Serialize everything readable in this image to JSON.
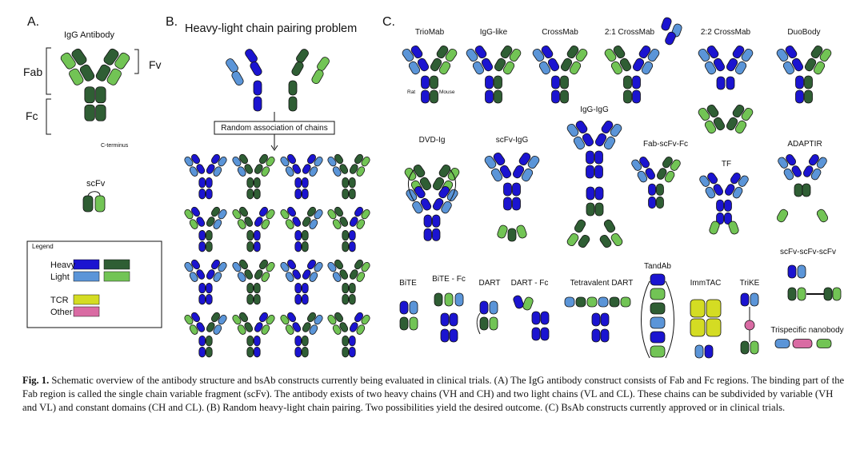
{
  "colors": {
    "heavy_a": "#1b14d0",
    "heavy_b": "#2f5e34",
    "light_a": "#5b95d8",
    "light_b": "#72c455",
    "tcr": "#d4dc23",
    "other": "#d96ba3",
    "outline": "#111111"
  },
  "panel_a": {
    "label": "A.",
    "title": "IgG Antibody",
    "fab": "Fab",
    "fc": "Fc",
    "fv": "Fv",
    "c_terminus": "C-terminus",
    "scfv": "scFv"
  },
  "legend": {
    "title": "Legend",
    "heavy": "Heavy",
    "light": "Light",
    "tcr": "TCR",
    "other": "Other"
  },
  "panel_b": {
    "label": "B.",
    "title": "Heavy-light chain pairing problem",
    "box": "Random association of chains"
  },
  "panel_c": {
    "label": "C.",
    "formats": {
      "triomab": "TrioMab",
      "igg_like": "IgG-like",
      "crossmab": "CrossMab",
      "crossmab21": "2:1 CrossMab",
      "crossmab22": "2:2 CrossMab",
      "duobody": "DuoBody",
      "rat": "Rat",
      "mouse": "Mouse",
      "igg_igg": "IgG-IgG",
      "dvd_ig": "DVD-Ig",
      "scfv_igg": "scFv-IgG",
      "fab_scfv_fc": "Fab-scFv-Fc",
      "tf": "TF",
      "adaptir": "ADAPTIR",
      "scfv3": "scFv-scFv-scFv",
      "tandab": "TandAb",
      "bite": "BiTE",
      "bite_fc": "BiTE - Fc",
      "dart": "DART",
      "dart_fc": "DART - Fc",
      "tetra_dart": "Tetravalent DART",
      "immtac": "ImmTAC",
      "trike": "TriKE",
      "trispecific": "Trispecific nanobody"
    }
  },
  "caption": {
    "fig": "Fig. 1.",
    "text": "Schematic overview of the antibody structure and bsAb constructs currently being evaluated in clinical trials. (A) The IgG antibody construct consists of Fab and Fc regions. The binding part of the Fab region is called the single chain variable fragment (scFv). The antibody exists of two heavy chains (VH and CH) and two light chains (VL and CL). These chains can be subdivided by variable (VH and VL) and constant domains (CH and CL). (B) Random heavy-light chain pairing. Two possibilities yield the desired outcome. (C) BsAb constructs currently approved or in clinical trials."
  }
}
